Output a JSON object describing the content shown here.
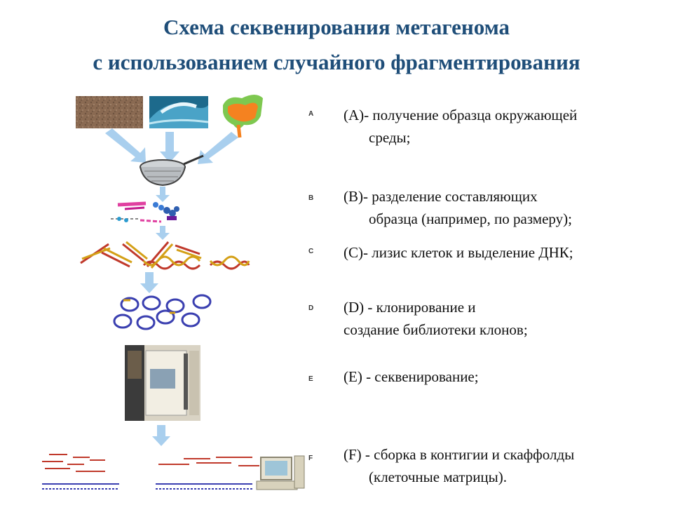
{
  "title": {
    "line1": "Схема секвенирования метагенома",
    "line2": "с использованием случайного фрагментирования"
  },
  "steps": [
    {
      "letter": "A",
      "line1": "(A)- получение образца окружающей",
      "line2": "среды;"
    },
    {
      "letter": "B",
      "line1": "(B)- разделение составляющих",
      "line2": "образца (например, по размеру);"
    },
    {
      "letter": "C",
      "line1": "(C)- лизис клеток и выделение ДНК;",
      "line2": ""
    },
    {
      "letter": "D",
      "line1": "(D) - клонирование и",
      "line2": "создание библиотеки клонов;"
    },
    {
      "letter": "E",
      "line1": "(E) - секвенирование;",
      "line2": ""
    },
    {
      "letter": "F",
      "line1": "(F)  - сборка в контигии и скаффолды",
      "line2": "(клеточные матрицы)."
    }
  ],
  "colors": {
    "title": "#1f4e79",
    "arrow": "#a9cfee",
    "plasmid": "#3a3fb0",
    "dna_red": "#c0392b",
    "dna_gold": "#d4a017"
  }
}
